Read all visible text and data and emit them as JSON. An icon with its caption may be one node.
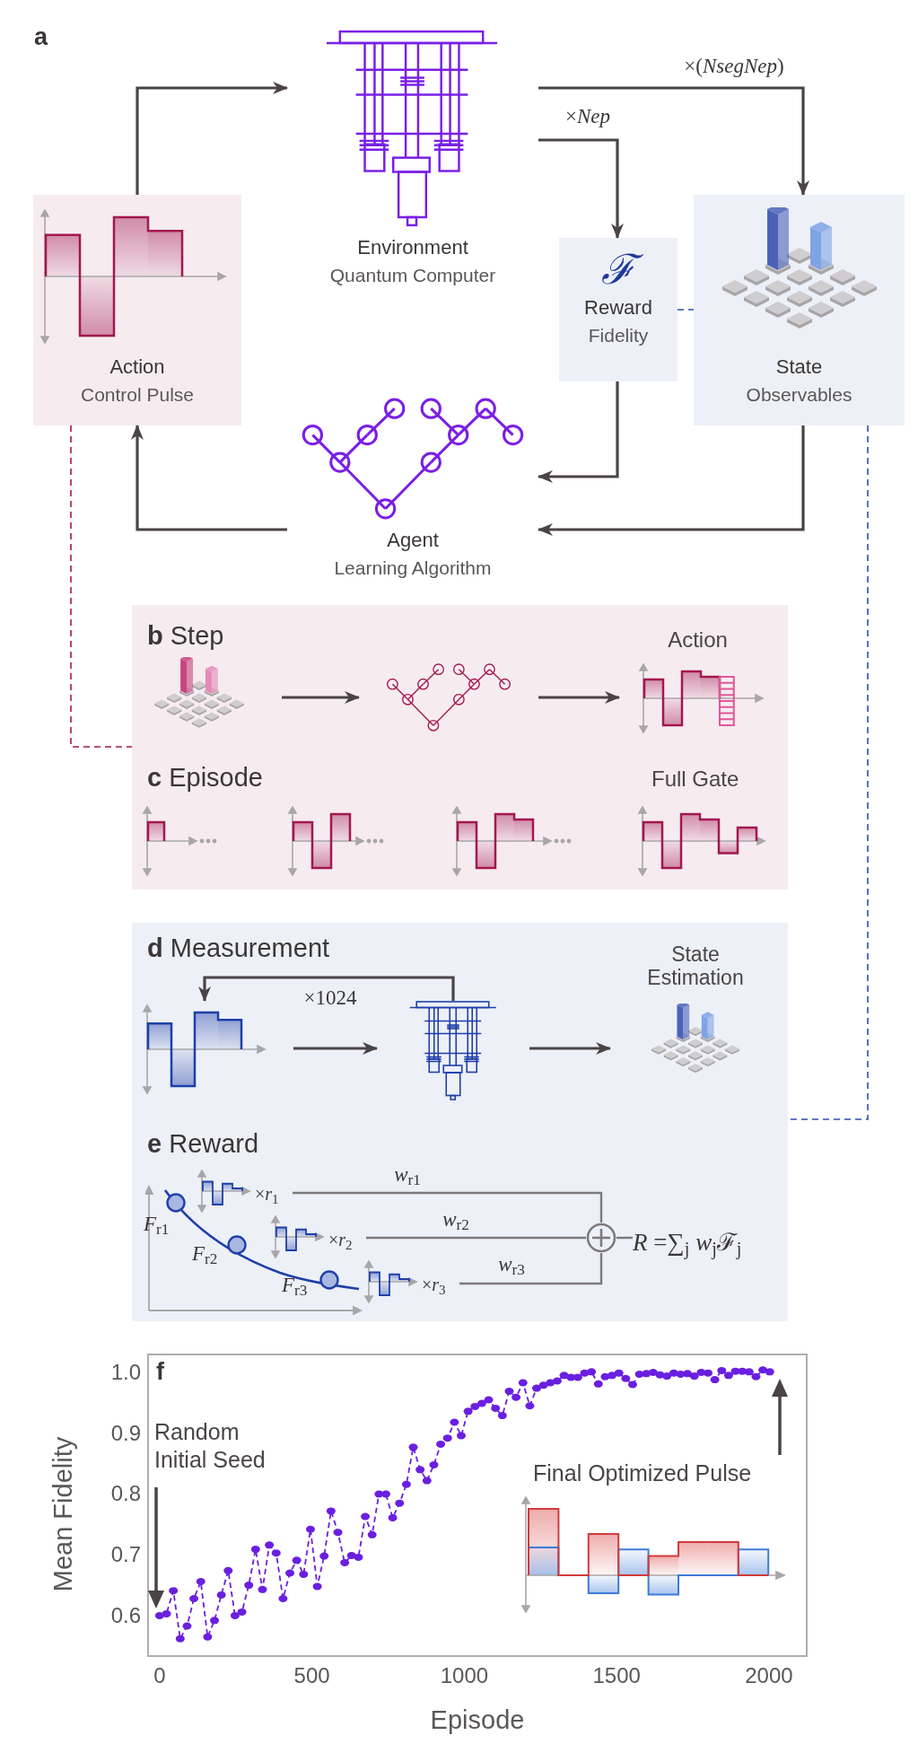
{
  "diagram": {
    "nodes": [
      {
        "text": [
          "Environment",
          "Quantum Computer"
        ]
      },
      {
        "text": [
          "Action",
          "Control Pulse"
        ]
      },
      {
        "text": [
          "ℱ",
          "Reward",
          "Fidelity"
        ]
      },
      {
        "text": [
          "State",
          "Observables"
        ]
      },
      {
        "text": [
          "Agent",
          "Learning Algorithm"
        ]
      },
      {
        "text": [
          "**b** Step",
          "**c** Episode"
        ]
      },
      {
        "text": [],
        "shape": "picture",
        "in": 5
      },
      {
        "text": [],
        "shape": "picture",
        "in": 5
      },
      {
        "text": [
          "Action"
        ],
        "in": 5
      },
      {
        "text": [
          "**d** Measurement",
          "**e** Reward"
        ]
      },
      {
        "text": [],
        "shape": "picture",
        "in": 9
      },
      {
        "text": [],
        "shape": "picture",
        "in": 9
      },
      {
        "text": [
          "State Estimation"
        ],
        "in": 9
      },
      {
        "text": [
          "×*r*$_{1}$"
        ],
        "in": 9
      },
      {
        "text": [
          "×*r*$_{2}$"
        ],
        "in": 9
      },
      {
        "text": [
          "×*r*$_{3}$"
        ],
        "in": 9
      },
      {
        "text": [],
        "shape": "circle",
        "in": 9
      },
      {
        "text": [
          "*R* =∑$_{j}$ *w*$_{j}$ℱ$_{j}$"
        ],
        "in": 9
      }
    ],
    "edges": [
      {
        "from": 1,
        "to": 0,
        "arrow": "to"
      },
      {
        "from": 0,
        "to": 3,
        "arrow": "to",
        "label": "×(*NsegNep*)"
      },
      {
        "from": 0,
        "to": 2,
        "arrow": "to",
        "label": "×*Nep*"
      },
      {
        "from": 2,
        "to": 4,
        "arrow": "to"
      },
      {
        "from": 3,
        "to": 4,
        "arrow": "to"
      },
      {
        "from": 4,
        "to": 1,
        "arrow": "to"
      },
      {
        "from": 2,
        "to": 3,
        "arrow": "none",
        "style": "dashed",
        "color": "#2b4fb0"
      },
      {
        "from": 1,
        "to": 5,
        "arrow": "none",
        "style": "dashed",
        "color": "#a3174f"
      },
      {
        "from": 3,
        "to": 9,
        "arrow": "none",
        "style": "dashed",
        "color": "#2b4fb0"
      },
      {
        "from": 6,
        "to": 7,
        "arrow": "to"
      },
      {
        "from": 7,
        "to": 8,
        "arrow": "to"
      },
      {
        "from": 10,
        "to": 11,
        "arrow": "to"
      },
      {
        "from": 11,
        "to": 12,
        "arrow": "to"
      },
      {
        "from": 11,
        "to": 10,
        "arrow": "to",
        "label": "×1024"
      },
      {
        "from": 13,
        "to": 16,
        "arrow": "none",
        "label": "*w*$_{r1}$",
        "color": "#7d797b"
      },
      {
        "from": 14,
        "to": 16,
        "arrow": "none",
        "label": "*w*$_{r2}$",
        "color": "#7d797b"
      },
      {
        "from": 15,
        "to": 16,
        "arrow": "none",
        "label": "*w*$_{r3}$",
        "color": "#7d797b"
      },
      {
        "from": 16,
        "to": 17,
        "arrow": "none",
        "color": "#7d797b"
      }
    ],
    "labels": [
      "a",
      "Full Gate",
      "*F*$_{r1}$",
      "*F*$_{r2}$",
      "*F*$_{r3}$",
      "f"
    ],
    "chart_data": {
      "type": "line",
      "xlabel": "Episode",
      "ylabel": "Mean Fidelity",
      "x": [
        0,
        22.5,
        45,
        67.5,
        90,
        112.5,
        135,
        157.5,
        180,
        202.5,
        225,
        247.5,
        270,
        292.5,
        315,
        337.5,
        360,
        382.5,
        405,
        427.5,
        450,
        472.5,
        495,
        517.5,
        540,
        562.5,
        585,
        607.5,
        630,
        652.5,
        675,
        697.5,
        720,
        742.5,
        765,
        787.5,
        810,
        832.5,
        855,
        877.5,
        900,
        922.5,
        945,
        967.5,
        990,
        1012.5,
        1035,
        1057.5,
        1080,
        1102.5,
        1125,
        1147.5,
        1170,
        1192.5,
        1215,
        1237.5,
        1260,
        1282.5,
        1305,
        1327.5,
        1350,
        1372.5,
        1395,
        1417.5,
        1440,
        1462.5,
        1485,
        1507.5,
        1530,
        1552.5,
        1575,
        1597.5,
        1620,
        1642.5,
        1665,
        1687.5,
        1710,
        1732.5,
        1755,
        1777.5,
        1800,
        1822.5,
        1845,
        1867.5,
        1890,
        1912.5,
        1935,
        1957.5,
        1980,
        2002.5
      ],
      "series": [
        {
          "color": "#6a1fe0",
          "line_style": "dashed",
          "marker": "circle",
          "values": [
            0.6,
            0.603,
            0.641,
            0.562,
            0.583,
            0.628,
            0.656,
            0.565,
            0.592,
            0.634,
            0.674,
            0.6,
            0.606,
            0.65,
            0.709,
            0.643,
            0.716,
            0.703,
            0.628,
            0.67,
            0.691,
            0.668,
            0.742,
            0.648,
            0.698,
            0.772,
            0.737,
            0.687,
            0.699,
            0.696,
            0.763,
            0.733,
            0.8,
            0.8,
            0.761,
            0.785,
            0.816,
            0.877,
            0.84,
            0.822,
            0.848,
            0.882,
            0.892,
            0.918,
            0.896,
            0.936,
            0.944,
            0.949,
            0.955,
            0.941,
            0.929,
            0.969,
            0.959,
            0.983,
            0.945,
            0.974,
            0.979,
            0.983,
            0.986,
            0.995,
            0.992,
            0.992,
            0.999,
            1.001,
            0.981,
            0.993,
            0.995,
            0.999,
            0.99,
            0.98,
            0.997,
            0.998,
            1.0,
            0.996,
            0.994,
            0.999,
            0.997,
            0.998,
            0.994,
            1.0,
            0.999,
            0.988,
            1.003,
            0.995,
            1.002,
            1.002,
            1.001,
            0.993,
            1.004,
            1.001
          ]
        }
      ],
      "xlim": [
        -38,
        2124
      ],
      "ylim": [
        0.5335,
        1.0295
      ],
      "xticks": [
        0,
        500,
        1000,
        1500,
        2000
      ],
      "yticks": [
        {
          "value": 0.6,
          "label": "0.6"
        },
        {
          "value": 0.7,
          "label": "0.7"
        },
        {
          "value": 0.8,
          "label": "0.8"
        },
        {
          "value": 0.9,
          "label": "0.9"
        },
        {
          "value": 1.0,
          "label": "1.0"
        }
      ],
      "annotations": [
        "Random Initial Seed",
        "Final Optimized Pulse"
      ]
    }
  }
}
